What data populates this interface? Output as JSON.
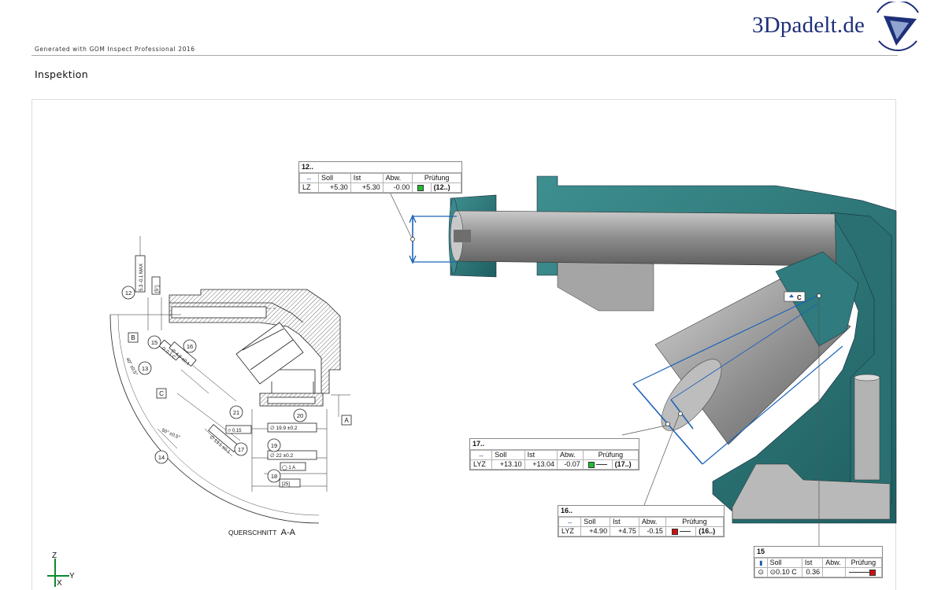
{
  "header": {
    "brand": "3Dpadelt.de",
    "generated": "Generated with GOM Inspect Professional 2016",
    "title": "Inspektion"
  },
  "drawing": {
    "section_label_prefix": "QUERSCHNITT",
    "section_label_suffix": "A-A",
    "balloons": [
      "12",
      "13",
      "14",
      "15",
      "16",
      "17",
      "18",
      "19",
      "20",
      "21"
    ],
    "datum_labels": [
      "A",
      "B",
      "C"
    ],
    "dims": {
      "d12": "5.3 -0.1 MAX",
      "d12b": "[5°]",
      "d16": "∅ 4.9 ±0.1",
      "d15": "⊙ 0.1 C",
      "d13": "40° ±0.5°",
      "d14": "50° ±0.5°",
      "d21": "⌭ 0.15",
      "d17": "∅ 13.1 ±0.1",
      "d20": "∅ 19.9 ±0.2",
      "d19": "∅ 22 ±0.2",
      "d19b": "◯ 1 A",
      "d18": "[25]"
    }
  },
  "scene": {
    "point_label_c": "C"
  },
  "callouts": [
    {
      "id": "12..",
      "headers": [
        "",
        "Soll",
        "Ist",
        "Abw.",
        "Prüfung"
      ],
      "row": {
        "type": "LZ",
        "soll": "+5.30",
        "ist": "+5.30",
        "abw": "-0.00",
        "status_color": "#22bb33",
        "ref": "(12..)"
      }
    },
    {
      "id": "17..",
      "headers": [
        "",
        "Soll",
        "Ist",
        "Abw.",
        "Prüfung"
      ],
      "row": {
        "type": "LYZ",
        "soll": "+13.10",
        "ist": "+13.04",
        "abw": "-0.07",
        "status_color": "#22bb33",
        "ref": "(17..)"
      }
    },
    {
      "id": "16..",
      "headers": [
        "",
        "Soll",
        "Ist",
        "Abw.",
        "Prüfung"
      ],
      "row": {
        "type": "LYZ",
        "soll": "+4.90",
        "ist": "+4.75",
        "abw": "-0.15",
        "status_color": "#cc1111",
        "ref": "(16..)"
      }
    },
    {
      "id": "15",
      "headers": [
        "",
        "Soll",
        "Ist",
        "Abw.",
        "Prüfung"
      ],
      "row": {
        "type": "⊙",
        "soll": "⊙0.10 C",
        "ist": "0.36",
        "abw": "",
        "status_color": "#cc1111",
        "ref": ""
      }
    }
  ],
  "axes": {
    "z": "Z",
    "x": "X",
    "y": "Y"
  },
  "colors": {
    "teal": "#2e7a7c",
    "gray": "#9a9a9a",
    "measure_blue": "#1e63b8",
    "brand_blue": "#1e2f7a"
  }
}
